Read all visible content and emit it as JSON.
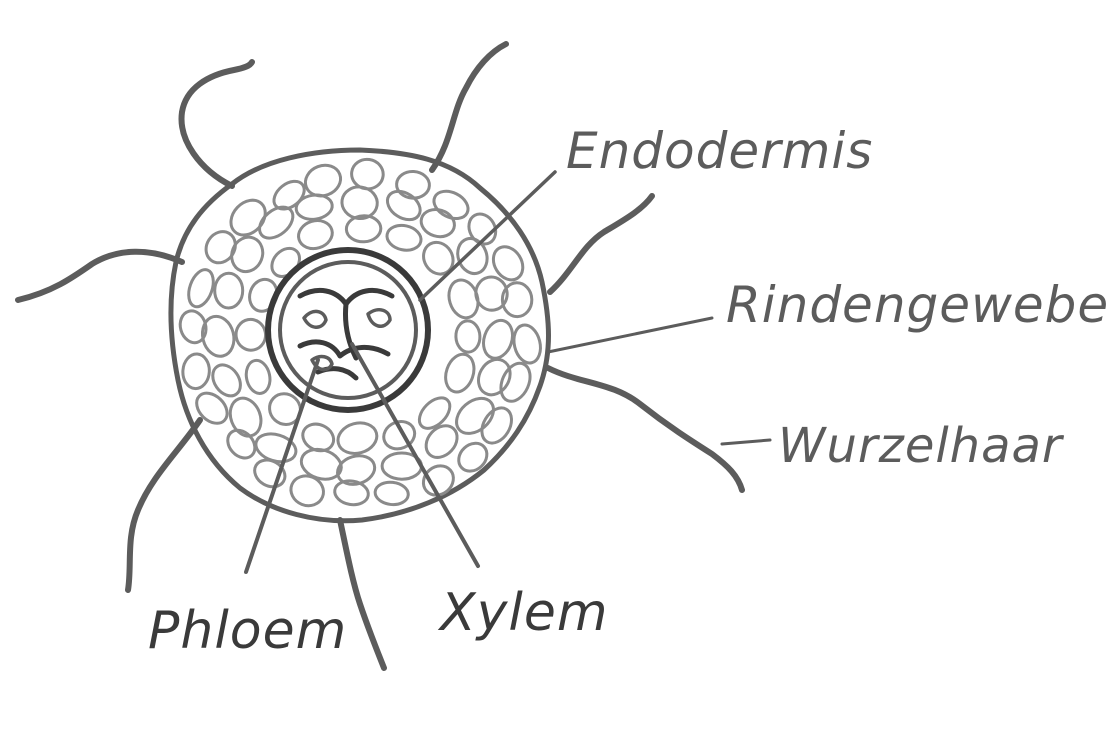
{
  "labels": {
    "endodermis": "Endodermis",
    "rindengewebe": "Rindengewebe",
    "wurzelhaar": "Wurzelhaar",
    "phloem": "Phloem",
    "xylem": "Xylem"
  },
  "colors": {
    "background": "#ffffff",
    "pencil": "#5c5c5c",
    "pencil_dark": "#3a3a3a",
    "pencil_light": "#8a8a8a"
  }
}
